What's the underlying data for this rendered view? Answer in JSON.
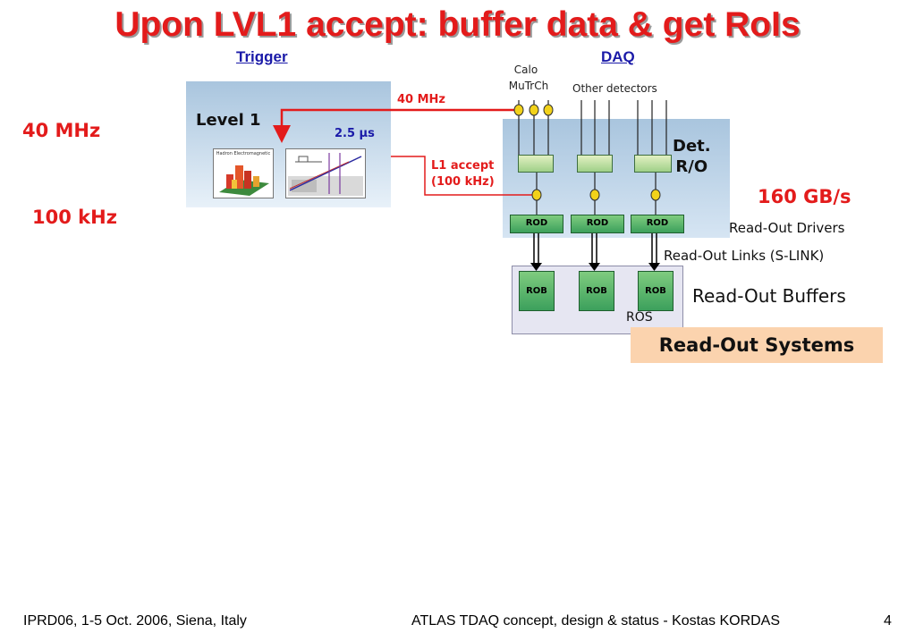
{
  "title": "Upon LVL1 accept: buffer data & get RoIs",
  "headers": {
    "trigger": "Trigger",
    "daq": "DAQ"
  },
  "rates": {
    "input": "40 MHz",
    "l1": "100 kHz",
    "bandwidth": "160 GB/s"
  },
  "trigger": {
    "level1": "Level 1",
    "latency": "2.5 µs",
    "freq_label": "40 MHz",
    "l1_accept_line1": "L1 accept",
    "l1_accept_line2": "(100 kHz)",
    "thumb_caption": "Hadron Electromagnetic"
  },
  "detectors": {
    "calo": "Calo",
    "mutrch": "MuTrCh",
    "other": "Other detectors",
    "readout_line1": "Det.",
    "readout_line2": "R/O"
  },
  "components": {
    "rod_label": "ROD",
    "rob_label": "ROB",
    "ros_label": "ROS"
  },
  "descriptions": {
    "read_out_drivers": "Read-Out Drivers",
    "read_out_links": "Read-Out Links (S-LINK)",
    "read_out_buffers": "Read-Out Buffers",
    "read_out_systems": "Read-Out Systems"
  },
  "footer": {
    "left": "IPRD06, 1-5 Oct. 2006, Siena, Italy",
    "center": "ATLAS TDAQ concept, design & status - Kostas KORDAS",
    "page": "4"
  },
  "colors": {
    "accent_red": "#e31b1b",
    "heading_blue": "#1a1aa8",
    "component_green": "#3ca05c",
    "highlight_orange": "#fbd3ae"
  }
}
